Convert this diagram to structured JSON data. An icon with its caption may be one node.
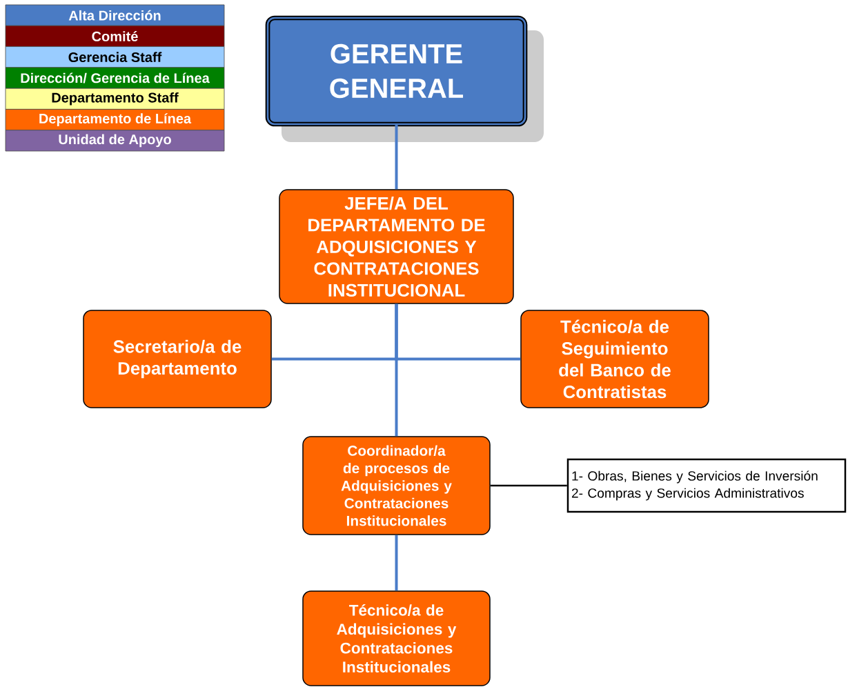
{
  "diagram": {
    "nodes": [
      {
        "text": [
          "GERENTE GENERAL"
        ]
      },
      {
        "text": [
          "JEFE/A DEL DEPARTAMENTO DE ADQUISICIONES Y CONTRATACIONES INSTITUCIONAL"
        ]
      },
      {
        "text": [
          "Secretario/a de Departamento"
        ]
      },
      {
        "text": [
          "Técnico/a de Seguimiento del Banco de Contratistas"
        ]
      },
      {
        "text": [
          "Coordinador/a de procesos de Adquisiciones y Contrataciones Institucionales"
        ]
      },
      {
        "text": [
          "1- Obras, Bienes y Servicios de Inversión",
          "2- Compras y Servicios Administrativos"
        ]
      },
      {
        "text": [
          "Técnico/a de Adquisiciones y Contrataciones Institucionales"
        ]
      }
    ],
    "edges": [
      {
        "from": 0,
        "to": 1,
        "arrow": "none"
      },
      {
        "from": 1,
        "to": 2,
        "arrow": "none"
      },
      {
        "from": 1,
        "to": 3,
        "arrow": "none"
      },
      {
        "from": 1,
        "to": 4,
        "arrow": "none"
      },
      {
        "from": 4,
        "to": 5,
        "arrow": "none",
        "color": "#000000"
      },
      {
        "from": 4,
        "to": 6,
        "arrow": "none"
      }
    ],
    "legend": [
      {
        "text": "Alta Dirección",
        "color": "#4a7bc4"
      },
      {
        "text": "Comité",
        "color": "#7b0000"
      },
      {
        "text": "Gerencia Staff",
        "color": "#99ccff"
      },
      {
        "text": "Dirección/ Gerencia de Línea",
        "color": "#008000"
      },
      {
        "text": "Departamento Staff",
        "color": "#ffff99"
      },
      {
        "text": "Departamento de Línea",
        "color": "#ff6600"
      },
      {
        "text": "Unidad de Apoyo",
        "color": "#8064a2"
      }
    ]
  }
}
